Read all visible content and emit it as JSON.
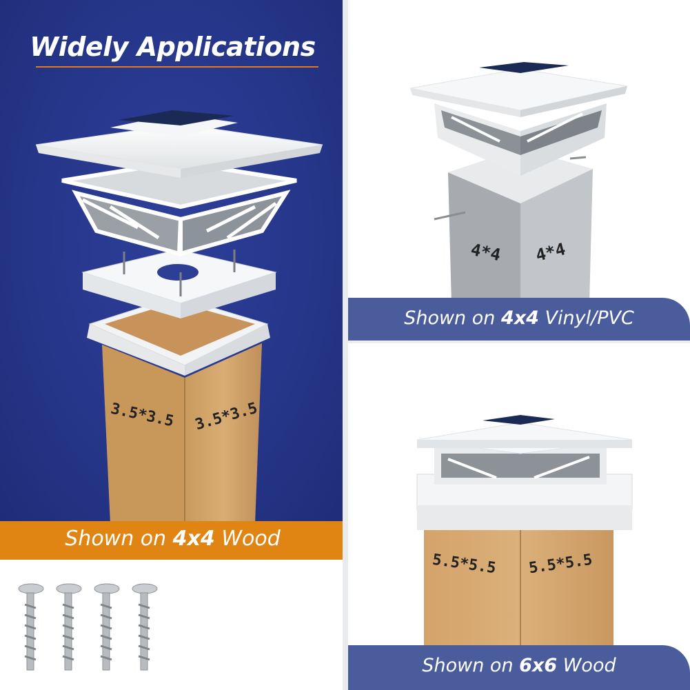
{
  "title": {
    "text": "Widely Applications"
  },
  "panels": {
    "wood4x4": {
      "caption_prefix": "Shown on ",
      "caption_bold": "4x4",
      "caption_suffix": " Wood",
      "dim_left": "3.5*3.5",
      "dim_right": "3.5*3.5"
    },
    "vinyl4x4": {
      "caption_prefix": "Shown on ",
      "caption_bold": "4x4",
      "caption_suffix": " Vinyl/PVC",
      "dim_left": "4*4",
      "dim_right": "4*4"
    },
    "wood6x6": {
      "caption_prefix": "Shown on ",
      "caption_bold": "6x6",
      "caption_suffix": " Wood",
      "dim_left": "5.5*5.5",
      "dim_right": "5.5*5.5"
    }
  },
  "screws": {
    "count": 4
  },
  "colors": {
    "blue_background": "#253588",
    "orange_banner": "#e08414",
    "slate_banner": "#4b5c9c",
    "wood": "#d4a56c",
    "cap_white": "#f4f5f5",
    "solar_panel": "#1a2a55"
  }
}
